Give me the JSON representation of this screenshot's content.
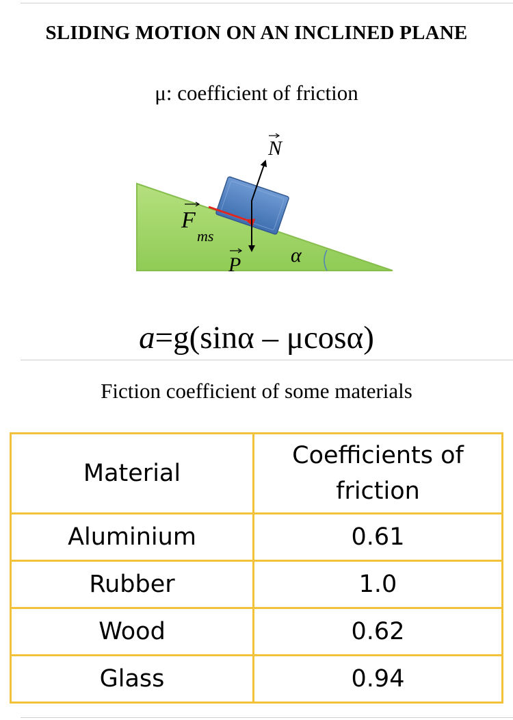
{
  "title": "SLIDING MOTION ON AN INCLINED PLANE",
  "subtitle": "μ: coefficient of friction",
  "diagram": {
    "normal_force_label": "N",
    "weight_label": "P",
    "friction_label_main": "F",
    "friction_label_sub": "ms",
    "angle_label": "α",
    "colors": {
      "incline": "#9cd462",
      "block": "#4f81bd",
      "friction_arrow": "#e0261c",
      "force_arrow": "#000000",
      "angle_arc": "#4f81bd"
    }
  },
  "formula": {
    "lhs": "a",
    "equals": "=",
    "rhs": "g(sinα – μcosα)"
  },
  "table_caption": "Fiction coefficient of some materials",
  "table": {
    "headers": [
      "Material",
      "Coefficients of friction"
    ],
    "rows": [
      {
        "material": "Aluminium",
        "coefficient": "0.61"
      },
      {
        "material": "Rubber",
        "coefficient": "1.0"
      },
      {
        "material": "Wood",
        "coefficient": "0.62"
      },
      {
        "material": "Glass",
        "coefficient": "0.94"
      }
    ],
    "border_color": "#f2c23a"
  }
}
